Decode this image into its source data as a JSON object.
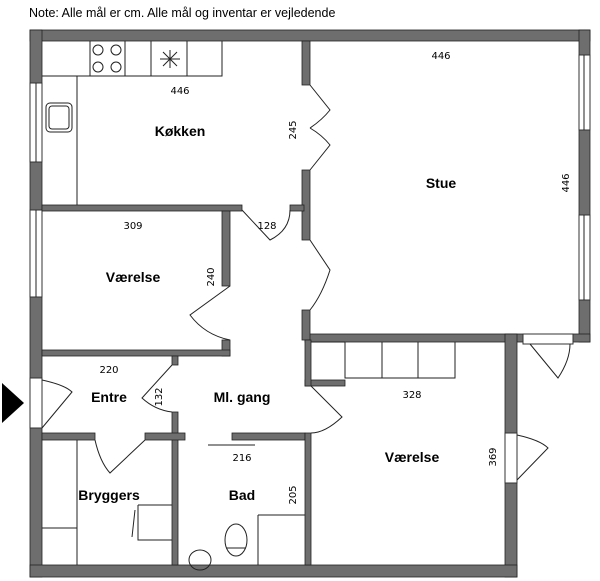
{
  "note": "Note: Alle mål er cm. Alle mål og inventar er vejledende",
  "rooms": {
    "kitchen": "Køkken",
    "living": "Stue",
    "bedroom1": "Værelse",
    "entry": "Entre",
    "hall": "Ml. gang",
    "utility": "Bryggers",
    "bath": "Bad",
    "bedroom2": "Værelse"
  },
  "dimensions": {
    "kitchen_width": "446",
    "kitchen_depth": "245",
    "living_width": "446",
    "living_depth": "446",
    "bedroom1_width": "309",
    "bedroom1_depth": "240",
    "hall_width": "128",
    "entry_width": "220",
    "entry_depth": "132",
    "bath_width": "216",
    "bath_depth": "205",
    "bedroom2_width": "328",
    "bedroom2_depth": "369"
  },
  "colors": {
    "wall": "#6e6e6e"
  }
}
